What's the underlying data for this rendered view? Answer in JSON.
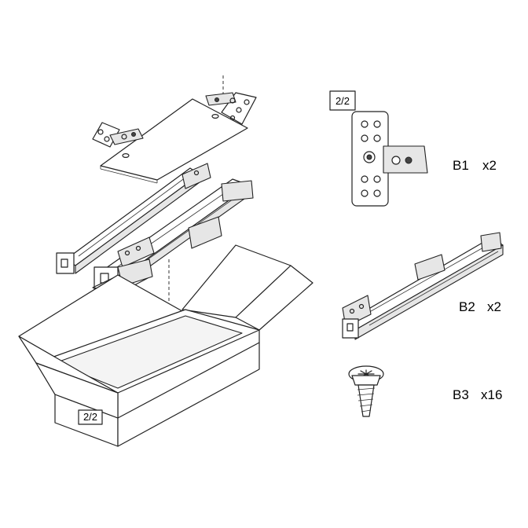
{
  "box_tag": "2/2",
  "parts": [
    {
      "code": "B1",
      "qty": "x2",
      "tag": "2/2",
      "icon": "hinge-bracket-icon"
    },
    {
      "code": "B2",
      "qty": "x2",
      "icon": "drawer-slide-icon"
    },
    {
      "code": "B3",
      "qty": "x16",
      "icon": "screw-icon"
    }
  ]
}
